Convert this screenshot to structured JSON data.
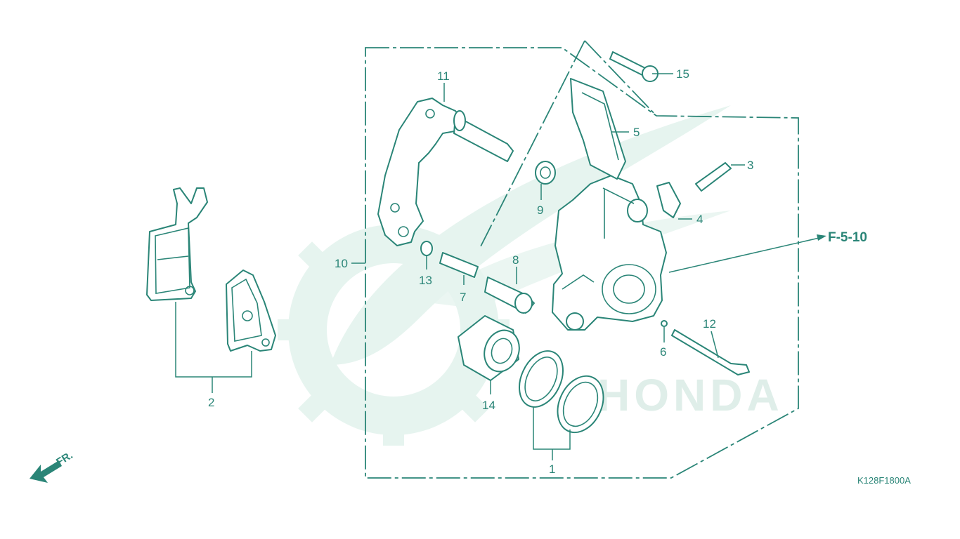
{
  "diagram": {
    "callouts": [
      {
        "id": "c1",
        "label": "1"
      },
      {
        "id": "c2",
        "label": "2"
      },
      {
        "id": "c3",
        "label": "3"
      },
      {
        "id": "c4",
        "label": "4"
      },
      {
        "id": "c5",
        "label": "5"
      },
      {
        "id": "c6",
        "label": "6"
      },
      {
        "id": "c7",
        "label": "7"
      },
      {
        "id": "c8",
        "label": "8"
      },
      {
        "id": "c9",
        "label": "9"
      },
      {
        "id": "c10",
        "label": "10"
      },
      {
        "id": "c11",
        "label": "11"
      },
      {
        "id": "c12",
        "label": "12"
      },
      {
        "id": "c13",
        "label": "13"
      },
      {
        "id": "c14",
        "label": "14"
      },
      {
        "id": "c15",
        "label": "15"
      }
    ],
    "reference_label": "F-5-10",
    "direction_label": "FR.",
    "diagram_code": "K128F1800A",
    "watermark_text": "HONDA",
    "line_color": "#2a8577",
    "watermark_color": "#e6f4ef"
  }
}
